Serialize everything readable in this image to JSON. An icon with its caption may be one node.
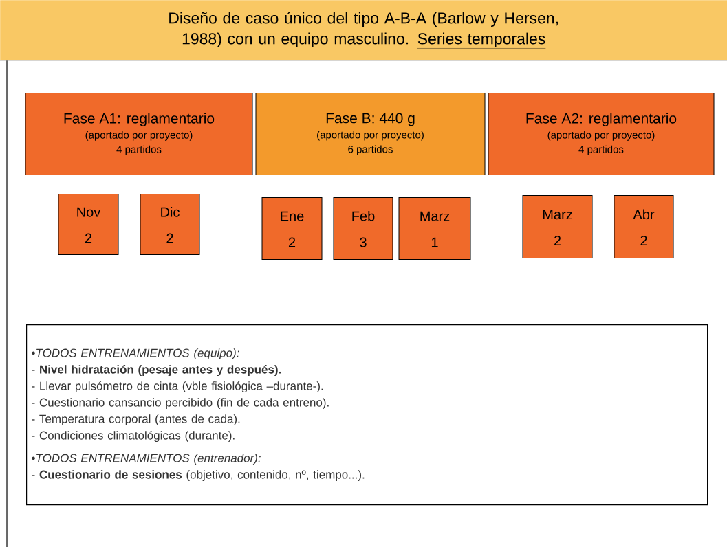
{
  "diagram": {
    "title": "Diseño de caso único del tipo A-B-A (Barlow y Hersen, 1988) con un equipo masculino.",
    "nodes": [
      {
        "text": [
          "Fase A1: reglamentario",
          "(aportado por proyecto)",
          "4 partidos"
        ]
      },
      {
        "text": [
          "Fase B: 440 g",
          "(aportado por proyecto)",
          "6 partidos"
        ]
      },
      {
        "text": [
          "Fase A2: reglamentario",
          "(aportado por proyecto)",
          "4 partidos"
        ]
      },
      {
        "text": [
          "Nov",
          "2"
        ]
      },
      {
        "text": [
          "Dic",
          "2"
        ]
      },
      {
        "text": [
          "Ene",
          "2"
        ]
      },
      {
        "text": [
          "Feb",
          "3"
        ]
      },
      {
        "text": [
          "Marz",
          "1"
        ]
      },
      {
        "text": [
          "Marz",
          "2"
        ]
      },
      {
        "text": [
          "Abr",
          "2"
        ]
      },
      {
        "text": [
          "•*TODOS ENTRENAMIENTOS (equipo):*",
          "- **Nivel hidratación (pesaje antes y después).**",
          "- Llevar pulsómetro de cinta (vble fisiológica –durante-).",
          "- Cuestionario cansancio percibido (fin de cada entreno).",
          "- Temperatura corporal (antes de cada).",
          "- Condiciones climatológicas (durante).",
          "•*TODOS ENTRENAMIENTOS (entrenador):*",
          "- **Cuestionario de sesiones** (objetivo, contenido, nº, tiempo...)."
        ]
      }
    ],
    "labels": [
      "Series temporales"
    ]
  }
}
